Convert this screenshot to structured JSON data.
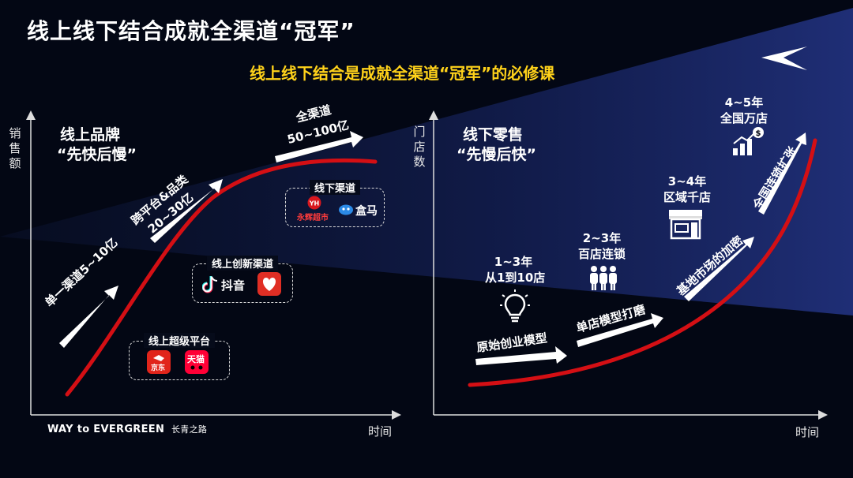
{
  "title": "线上线下结合成就全渠道“冠军”",
  "subtitle": "线上线下结合是成就全渠道“冠军”的必修课",
  "footer": {
    "brand": "WAY to EVERGREEN",
    "cn": "长青之路"
  },
  "left_chart": {
    "y_label": "销售额",
    "x_label": "时间",
    "section_line1": "线上品牌",
    "section_line2": "“先快后慢”",
    "stages": [
      {
        "line1": "单一渠道5~10亿"
      },
      {
        "line1": "跨平台&品类",
        "line2": "20~30亿"
      },
      {
        "line1": "全渠道",
        "line2": "50~100亿"
      }
    ],
    "boxes": [
      {
        "title": "线上超级平台",
        "brands": [
          "京东",
          "天猫"
        ]
      },
      {
        "title": "线上创新渠道",
        "brands": [
          "抖音"
        ]
      },
      {
        "title": "线下渠道",
        "brands": [
          "永辉超市",
          "盒马"
        ]
      }
    ]
  },
  "right_chart": {
    "y_label": "门店数",
    "x_label": "时间",
    "section_line1": "线下零售",
    "section_line2": "“先慢后快”",
    "stages": [
      {
        "arrow": "原始创业模型",
        "years": "1~3年",
        "stores": "从1到10店",
        "icon": "lightbulb-icon"
      },
      {
        "arrow": "单店模型打磨",
        "years": "2~3年",
        "stores": "百店连锁",
        "icon": "people-icon"
      },
      {
        "arrow": "基地市场的加密",
        "years": "3~4年",
        "stores": "区域千店",
        "icon": "storefront-icon"
      },
      {
        "arrow": "全国连锁扩张",
        "years": "4~5年",
        "stores": "全国万店",
        "icon": "growth-chart-icon"
      }
    ]
  },
  "colors": {
    "curve": "#d40f14",
    "accent": "#ffd21a",
    "background": "#030714"
  }
}
